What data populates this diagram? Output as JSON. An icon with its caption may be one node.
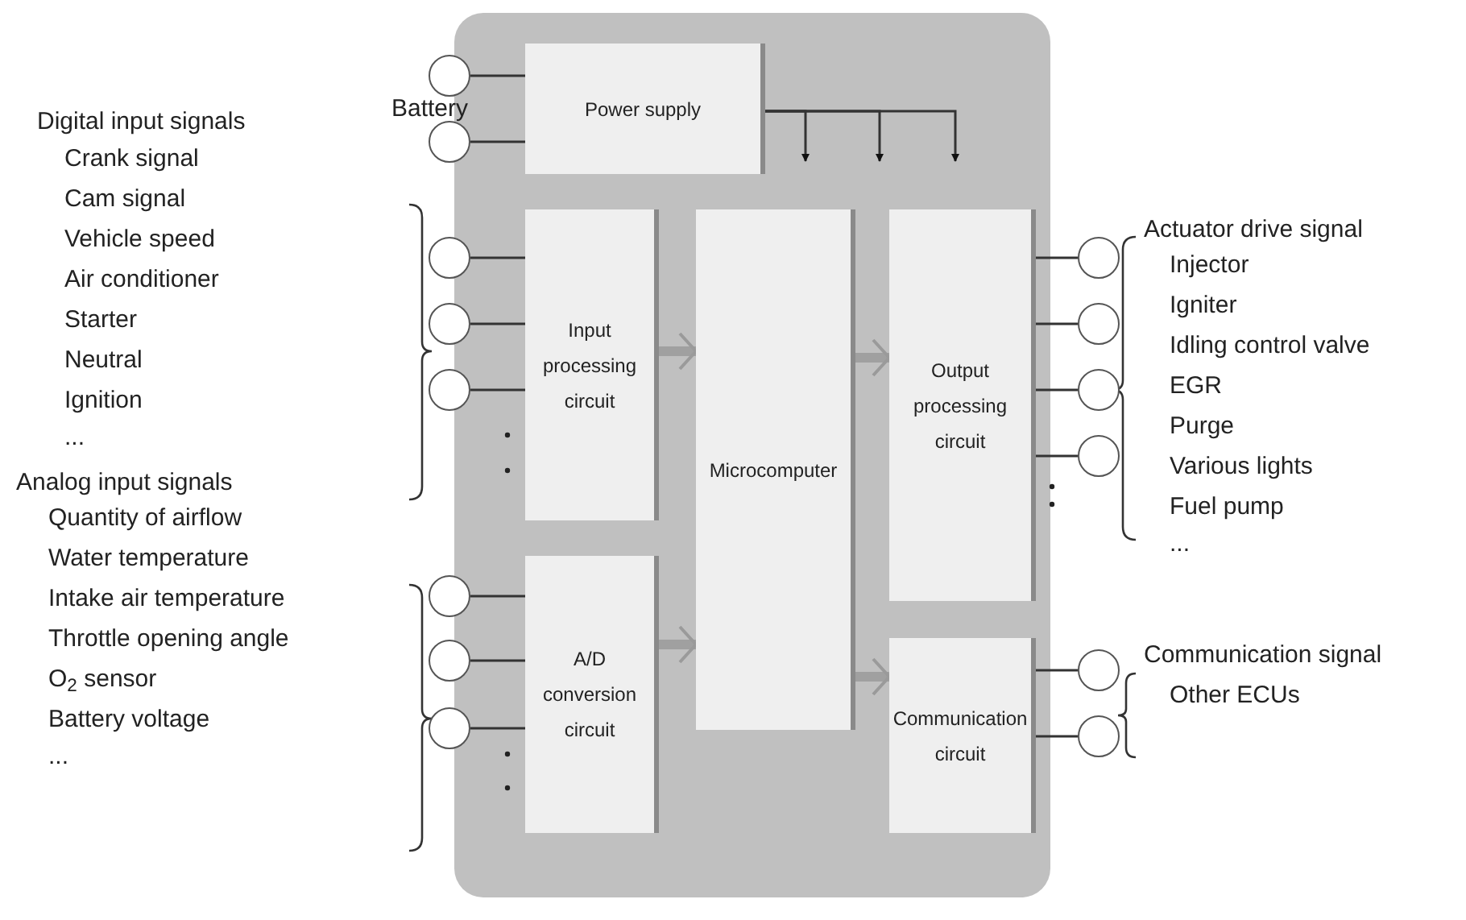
{
  "diagram": {
    "nodes": [
      {
        "text": [
          "Power supply"
        ]
      },
      {
        "text": [
          "Input processing circuit"
        ]
      },
      {
        "text": [
          "A/D conversion circuit"
        ]
      },
      {
        "text": [
          "Microcomputer"
        ]
      },
      {
        "text": [
          "Output processing circuit"
        ]
      },
      {
        "text": [
          "Communication circuit"
        ]
      },
      {
        "text": [],
        "shape": "circle"
      },
      {
        "text": [],
        "shape": "circle"
      },
      {
        "text": [],
        "shape": "circle"
      },
      {
        "text": [],
        "shape": "circle"
      },
      {
        "text": [],
        "shape": "circle"
      },
      {
        "text": [],
        "shape": "circle"
      },
      {
        "text": [],
        "shape": "circle"
      },
      {
        "text": [],
        "shape": "circle"
      },
      {
        "text": [],
        "shape": "circle"
      },
      {
        "text": [],
        "shape": "circle"
      },
      {
        "text": [],
        "shape": "circle"
      },
      {
        "text": [],
        "shape": "circle"
      },
      {
        "text": [],
        "shape": "circle"
      },
      {
        "text": [],
        "shape": "circle"
      }
    ],
    "edges": [
      {
        "from": 6,
        "to": 0,
        "arrow": "none"
      },
      {
        "from": 7,
        "to": 0,
        "arrow": "none"
      },
      {
        "from": 8,
        "to": 1,
        "arrow": "none"
      },
      {
        "from": 9,
        "to": 1,
        "arrow": "none"
      },
      {
        "from": 10,
        "to": 1,
        "arrow": "none"
      },
      {
        "from": 11,
        "to": 2,
        "arrow": "none"
      },
      {
        "from": 12,
        "to": 2,
        "arrow": "none"
      },
      {
        "from": 13,
        "to": 2,
        "arrow": "none"
      },
      {
        "from": 4,
        "to": 14,
        "arrow": "none"
      },
      {
        "from": 4,
        "to": 15,
        "arrow": "none"
      },
      {
        "from": 4,
        "to": 16,
        "arrow": "none"
      },
      {
        "from": 4,
        "to": 17,
        "arrow": "none"
      },
      {
        "from": 5,
        "to": 18,
        "arrow": "none"
      },
      {
        "from": 5,
        "to": 19,
        "arrow": "none"
      },
      {
        "from": 1,
        "to": 3,
        "arrow": "to",
        "style": "thick",
        "color": "#a0a0a0"
      },
      {
        "from": 2,
        "to": 3,
        "arrow": "to",
        "style": "thick",
        "color": "#a0a0a0"
      },
      {
        "from": 3,
        "to": 4,
        "arrow": "to",
        "style": "thick",
        "color": "#a0a0a0"
      },
      {
        "from": 3,
        "to": 5,
        "arrow": "to",
        "style": "thick",
        "color": "#a0a0a0"
      },
      {
        "from": 0,
        "to": null,
        "arrow": "to"
      },
      {
        "from": 0,
        "to": null,
        "arrow": "to"
      },
      {
        "from": 0,
        "to": null,
        "arrow": "to"
      }
    ],
    "labels": [
      "Battery",
      "Digital input signals",
      "Crank signal",
      "Cam signal",
      "Vehicle speed",
      "Air conditioner",
      "Starter",
      "Neutral",
      "Ignition",
      "...",
      "Analog input signals",
      "Quantity of airflow",
      "Water temperature",
      "Intake air temperature",
      "Throttle opening angle",
      "O$_{2}$ sensor",
      "Battery voltage",
      "...",
      "Actuator drive signal",
      "Injector",
      "Igniter",
      "Idling control valve",
      "EGR",
      "Purge",
      "Various lights",
      "Fuel pump",
      "...",
      "Communication signal",
      "Other ECUs"
    ]
  }
}
